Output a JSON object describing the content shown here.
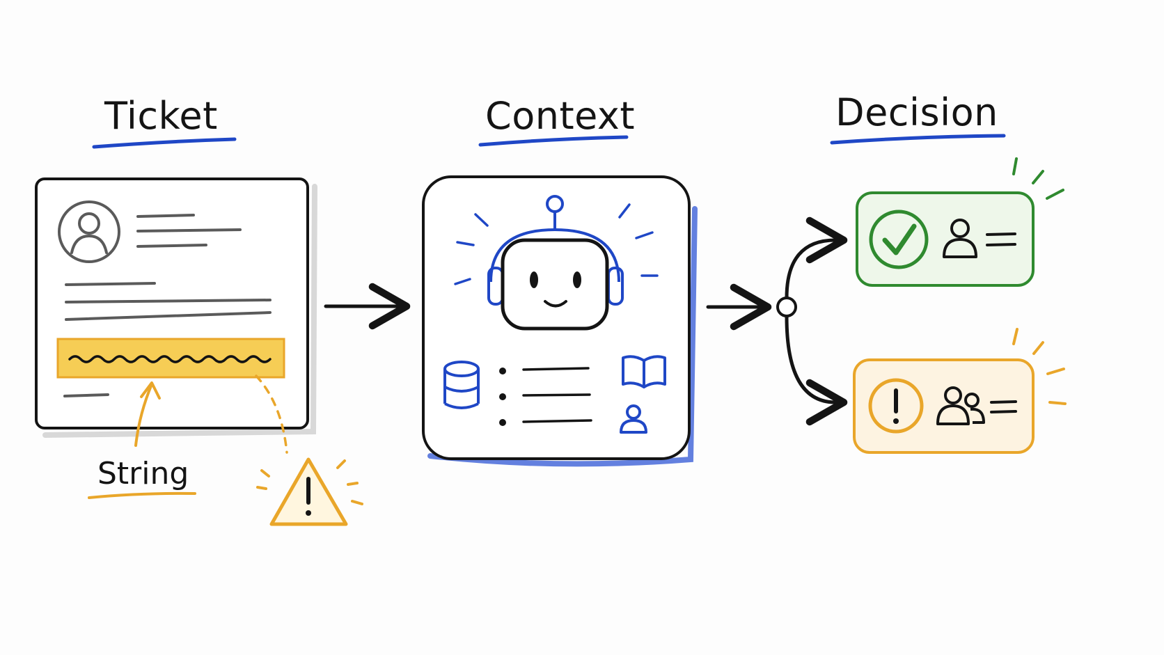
{
  "stages": {
    "ticket": {
      "label": "Ticket"
    },
    "context": {
      "label": "Context"
    },
    "decision": {
      "label": "Decision"
    }
  },
  "annotation": {
    "label": "String"
  },
  "colors": {
    "ink": "#141414",
    "blue": "#1f47c6",
    "yellow_highlight": "#f5c842",
    "orange": "#e9a62a",
    "green": "#2f8a2f",
    "gray": "#5a5a5a"
  },
  "icons": {
    "ticket_avatar": "user-circle-icon",
    "ticket_warning": "warning-triangle-icon",
    "context_bot": "robot-headset-icon",
    "context_database": "database-icon",
    "context_book": "book-icon",
    "context_person": "person-icon",
    "decision_approved": "check-circle-icon",
    "decision_escalated": "exclamation-circle-icon",
    "decision_single_user": "user-icon",
    "decision_group": "users-icon"
  },
  "outcomes": [
    {
      "status": "approved",
      "color": "#2f8a2f"
    },
    {
      "status": "escalated",
      "color": "#e9a62a"
    }
  ]
}
